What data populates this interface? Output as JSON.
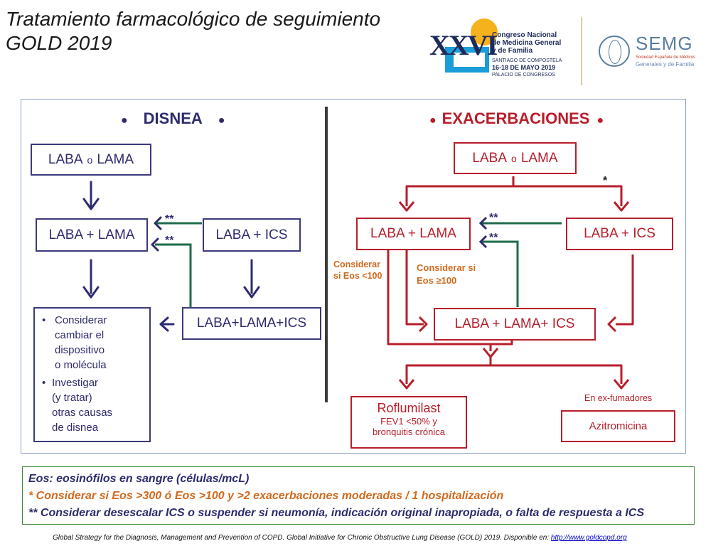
{
  "title": {
    "line1": "Tratamiento farmacológico de seguimiento",
    "line2": "GOLD 2019"
  },
  "logos": {
    "congress": {
      "roman": "XXVI",
      "line1": "Congreso Nacional",
      "line2": "de Medicina General",
      "line3": "y de Familia",
      "place": "SANTIAGO DE COMPOSTELA",
      "dates": "16-18 DE MAYO 2019",
      "venue": "PALACIO DE CONGRESOS"
    },
    "semg": {
      "name": "SEMG",
      "sub1": "Sociedad Española de Médicos",
      "sub2": "Generales y de Familia"
    }
  },
  "colors": {
    "navy": "#2e2b6e",
    "red": "#b81e2b",
    "green": "#1e6b4a",
    "orange": "#d2691e"
  },
  "dyspnea": {
    "heading": "DISNEA",
    "start": {
      "a": "LABA",
      "o": "o",
      "b": "LAMA"
    },
    "laba_lama": "LABA + LAMA",
    "laba_ics": "LABA + ICS",
    "triple": "LABA+LAMA+ICS",
    "consider": {
      "b1": "Considerar cambiar el dispositivo o molécula",
      "b2": "Investigar (y tratar) otras causas de disnea",
      "b1_lines": [
        "Considerar",
        "cambiar el",
        "dispositivo",
        "o molécula"
      ],
      "b2_lines": [
        "Investigar",
        "(y tratar)",
        "otras causas",
        "de disnea"
      ]
    },
    "star1": "**",
    "star2": "**"
  },
  "exacerbations": {
    "heading": "EXACERBACIONES",
    "start": {
      "a": "LABA",
      "o": "o",
      "b": "LAMA"
    },
    "laba_lama": "LABA + LAMA",
    "laba_ics": "LABA + ICS",
    "triple": "LABA + LAMA+ ICS",
    "note_left": [
      "Considerar",
      "si  Eos <100"
    ],
    "note_right": [
      "Considerar si",
      "Eos ≥100"
    ],
    "roflumilast": {
      "title": "Roflumilast",
      "line1": "FEV1 <50% y",
      "line2": "bronquitis crónica"
    },
    "ex_smokers": "En ex-fumadores",
    "azithro": "Azitromicina",
    "star": "*",
    "star1": "**",
    "star2": "**"
  },
  "legend": {
    "line1": "Eos: eosinófilos en sangre (células/mcL)",
    "line2": "* Considerar si Eos >300 ó Eos >100 y >2 exacerbaciones moderadas / 1 hospitalización",
    "line3": "** Considerar desescalar ICS o suspender si neumonía, indicación original inapropiada, o falta de respuesta a ICS"
  },
  "reference": {
    "text": "Global Strategy for the Diagnosis, Management and Prevention of COPD. Global Initiative for Chronic Obstructive Lung Disease (GOLD) 2019. Disponible en:",
    "link": "http://www.goldcopd.org"
  }
}
